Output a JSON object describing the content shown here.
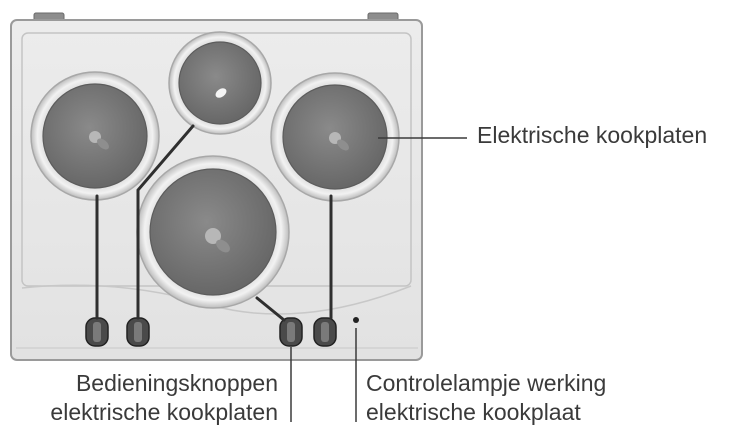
{
  "labels": {
    "hotplates": "Elektrische kookplaten",
    "knobs_line1": "Bedieningsknoppen",
    "knobs_line2": "elektrische kookplaten",
    "lamp_line1": "Controlelampje werking",
    "lamp_line2": "elektrische kookplaat"
  },
  "icons": {
    "hotplate": "hotplate-icon",
    "knob": "control-knob-icon",
    "lamp": "indicator-lamp-icon"
  },
  "colors": {
    "panel": "#e8e8e8",
    "panel_edge": "#9a9a9a",
    "hotplate_surface": "#6f6f6f",
    "hotplate_ring": "#cfcfcf",
    "leader_line": "#2f2f2f",
    "text": "#3a3a3a"
  }
}
